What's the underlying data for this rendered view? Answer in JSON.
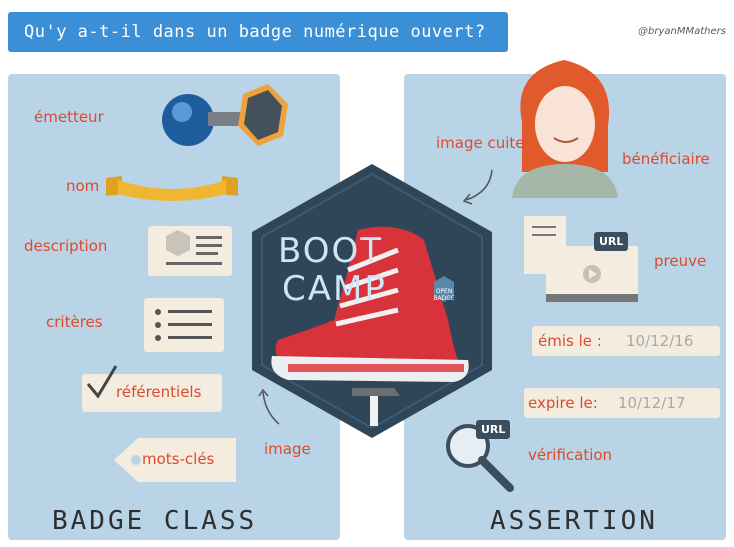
{
  "header": {
    "title": "Qu'y a-t-il dans un badge numérique ouvert?",
    "credit": "@bryanMMathers"
  },
  "badge_class": {
    "title": "BADGE CLASS",
    "items": {
      "emetteur": "émetteur",
      "nom": "nom",
      "description": "description",
      "criteres": "critères",
      "referentiels": "référentiels",
      "mots_cles": "mots-clés"
    },
    "image_label": "image"
  },
  "assertion": {
    "title": "ASSERTION",
    "image_cuite": "image cuite",
    "beneficiaire": "bénéficiaire",
    "preuve": "preuve",
    "url_label": "URL",
    "emis_label": "émis le :",
    "emis_date": "10/12/16",
    "expire_label": "expire le:",
    "expire_date": "10/12/17",
    "verification": "vérification"
  },
  "center_badge": {
    "text_line1": "BOOT",
    "text_line2": "CAMP",
    "open_badge_line1": "OPEN",
    "open_badge_line2": "BADGE"
  },
  "colors": {
    "banner": "#3b8fd6",
    "panel": "#b9d4e6",
    "accent_red": "#de4a2b",
    "hexagon": "#2f4558"
  }
}
